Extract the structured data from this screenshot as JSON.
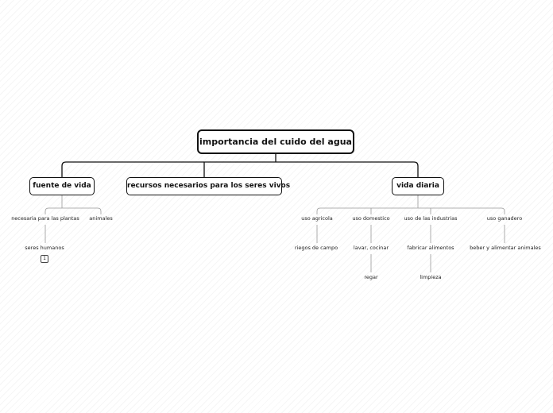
{
  "map": {
    "root": "importancia del cuido del agua",
    "main": [
      {
        "label": "fuente de vida",
        "children": [
          {
            "label": "necesaria para las plantas",
            "children": [
              {
                "label": "seres humanos",
                "badge": "1"
              }
            ]
          },
          {
            "label": "animales"
          }
        ]
      },
      {
        "label": "recursos necesarios para los seres vivos"
      },
      {
        "label": "vida diaria",
        "children": [
          {
            "label": "uso agricola",
            "children": [
              {
                "label": "riegos de campo"
              }
            ]
          },
          {
            "label": "uso domestico",
            "children": [
              {
                "label": "lavar, cocinar",
                "children": [
                  {
                    "label": "regar"
                  }
                ]
              }
            ]
          },
          {
            "label": "uso de las industrias",
            "children": [
              {
                "label": "fabricar alimentos",
                "children": [
                  {
                    "label": "limpieza"
                  }
                ]
              }
            ]
          },
          {
            "label": "uso ganadero",
            "children": [
              {
                "label": "beber y alimentar  animales"
              }
            ]
          }
        ]
      }
    ]
  },
  "colors": {
    "line": "#111111",
    "sub_line": "#999999",
    "node_border": "#111111"
  }
}
